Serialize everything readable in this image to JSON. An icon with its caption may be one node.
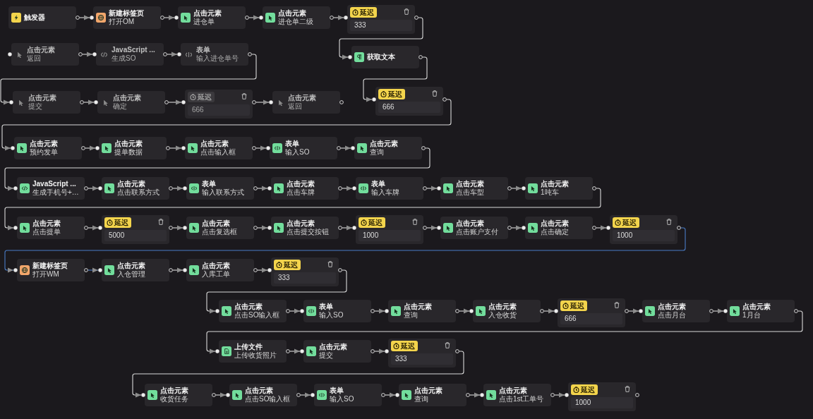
{
  "diagram": {
    "nodes": [
      {
        "text": [
          "触发器"
        ]
      },
      {
        "text": [
          "新建标签页",
          "打开OM"
        ]
      },
      {
        "text": [
          "点击元素",
          "进仓单"
        ]
      },
      {
        "text": [
          "点击元素",
          "进仓单二级"
        ]
      },
      {
        "text": [
          "延迟",
          "333"
        ]
      },
      {
        "text": [
          "获取文本"
        ]
      },
      {
        "text": [
          "延迟",
          "666"
        ]
      },
      {
        "text": [
          "点击元素",
          "返回"
        ]
      },
      {
        "text": [
          "JavaScript ...",
          "生成SO"
        ]
      },
      {
        "text": [
          "表单",
          "输入进仓单号"
        ]
      },
      {
        "text": [
          "点击元素",
          "提交"
        ]
      },
      {
        "text": [
          "点击元素",
          "确定"
        ]
      },
      {
        "text": [
          "延迟",
          "666"
        ]
      },
      {
        "text": [
          "点击元素",
          "返回"
        ]
      },
      {
        "text": [
          "点击元素",
          "预约发单"
        ]
      },
      {
        "text": [
          "点击元素",
          "提单数据"
        ]
      },
      {
        "text": [
          "点击元素",
          "点击输入框"
        ]
      },
      {
        "text": [
          "表单",
          "输入SO"
        ]
      },
      {
        "text": [
          "点击元素",
          "查询"
        ]
      },
      {
        "text": [
          "JavaScript ...",
          "生成手机号+…"
        ]
      },
      {
        "text": [
          "点击元素",
          "点击联系方式"
        ]
      },
      {
        "text": [
          "表单",
          "输入联系方式"
        ]
      },
      {
        "text": [
          "点击元素",
          "点击车牌"
        ]
      },
      {
        "text": [
          "表单",
          "输入车牌"
        ]
      },
      {
        "text": [
          "点击元素",
          "点击车型"
        ]
      },
      {
        "text": [
          "点击元素",
          "1吨车"
        ]
      },
      {
        "text": [
          "点击元素",
          "点击提单"
        ]
      },
      {
        "text": [
          "延迟",
          "5000"
        ]
      },
      {
        "text": [
          "点击元素",
          "点击复选框"
        ]
      },
      {
        "text": [
          "点击元素",
          "点击提交按钮"
        ]
      },
      {
        "text": [
          "延迟",
          "1000"
        ]
      },
      {
        "text": [
          "点击元素",
          "点击账户支付"
        ]
      },
      {
        "text": [
          "点击元素",
          "点击确定"
        ]
      },
      {
        "text": [
          "延迟",
          "1000"
        ]
      },
      {
        "text": [
          "新建标签页",
          "打开WM"
        ]
      },
      {
        "text": [
          "点击元素",
          "入仓管理"
        ]
      },
      {
        "text": [
          "点击元素",
          "入库工单"
        ]
      },
      {
        "text": [
          "延迟",
          "333"
        ]
      },
      {
        "text": [
          "点击元素",
          "点击SO输入框"
        ]
      },
      {
        "text": [
          "表单",
          "输入SO"
        ]
      },
      {
        "text": [
          "点击元素",
          "查询"
        ]
      },
      {
        "text": [
          "点击元素",
          "入仓收货"
        ]
      },
      {
        "text": [
          "延迟",
          "666"
        ]
      },
      {
        "text": [
          "点击元素",
          "点击月台"
        ]
      },
      {
        "text": [
          "点击元素",
          "1月台"
        ]
      },
      {
        "text": [
          "上传文件",
          "上传收货照片"
        ]
      },
      {
        "text": [
          "点击元素",
          "提交"
        ]
      },
      {
        "text": [
          "延迟",
          "333"
        ]
      },
      {
        "text": [
          "点击元素",
          "收货任务"
        ]
      },
      {
        "text": [
          "点击元素",
          "点击SO输入框"
        ]
      },
      {
        "text": [
          "表单",
          "输入SO"
        ]
      },
      {
        "text": [
          "点击元素",
          "查询"
        ]
      },
      {
        "text": [
          "点击元素",
          "点击1st工单号"
        ]
      },
      {
        "text": [
          "延迟",
          "1000"
        ]
      }
    ],
    "edges": [
      {
        "from": 0,
        "to": 1,
        "arrow": "to"
      },
      {
        "from": 1,
        "to": 2,
        "arrow": "to"
      },
      {
        "from": 2,
        "to": 3,
        "arrow": "to"
      },
      {
        "from": 3,
        "to": 4,
        "arrow": "to"
      },
      {
        "from": 4,
        "to": 5,
        "arrow": "to"
      },
      {
        "from": 5,
        "to": 6,
        "arrow": "to"
      },
      {
        "from": 6,
        "to": 14,
        "arrow": "to"
      },
      {
        "from": 7,
        "to": 8,
        "arrow": "to"
      },
      {
        "from": 8,
        "to": 9,
        "arrow": "to"
      },
      {
        "from": 9,
        "to": 10,
        "arrow": "to"
      },
      {
        "from": 10,
        "to": 11,
        "arrow": "to"
      },
      {
        "from": 11,
        "to": 12,
        "arrow": "to"
      },
      {
        "from": 12,
        "to": 13,
        "arrow": "to"
      },
      {
        "from": 14,
        "to": 15,
        "arrow": "to"
      },
      {
        "from": 15,
        "to": 16,
        "arrow": "to"
      },
      {
        "from": 16,
        "to": 17,
        "arrow": "to"
      },
      {
        "from": 17,
        "to": 18,
        "arrow": "to"
      },
      {
        "from": 18,
        "to": 19,
        "arrow": "to"
      },
      {
        "from": 19,
        "to": 20,
        "arrow": "to"
      },
      {
        "from": 20,
        "to": 21,
        "arrow": "to"
      },
      {
        "from": 21,
        "to": 22,
        "arrow": "to"
      },
      {
        "from": 22,
        "to": 23,
        "arrow": "to"
      },
      {
        "from": 23,
        "to": 24,
        "arrow": "to"
      },
      {
        "from": 24,
        "to": 25,
        "arrow": "to"
      },
      {
        "from": 25,
        "to": 26,
        "arrow": "to"
      },
      {
        "from": 26,
        "to": 27,
        "arrow": "to"
      },
      {
        "from": 27,
        "to": 28,
        "arrow": "to"
      },
      {
        "from": 28,
        "to": 29,
        "arrow": "to"
      },
      {
        "from": 29,
        "to": 30,
        "arrow": "to"
      },
      {
        "from": 30,
        "to": 31,
        "arrow": "to"
      },
      {
        "from": 31,
        "to": 32,
        "arrow": "to"
      },
      {
        "from": 32,
        "to": 33,
        "arrow": "to"
      },
      {
        "from": 33,
        "to": 34,
        "arrow": "to",
        "color": "#4a7cc7"
      },
      {
        "from": 34,
        "to": 35,
        "arrow": "to",
        "color": "#4a7cc7"
      },
      {
        "from": 35,
        "to": 36,
        "arrow": "to"
      },
      {
        "from": 36,
        "to": 37,
        "arrow": "to"
      },
      {
        "from": 37,
        "to": 38,
        "arrow": "to"
      },
      {
        "from": 38,
        "to": 39,
        "arrow": "to"
      },
      {
        "from": 39,
        "to": 40,
        "arrow": "to"
      },
      {
        "from": 40,
        "to": 41,
        "arrow": "to"
      },
      {
        "from": 41,
        "to": 42,
        "arrow": "to"
      },
      {
        "from": 42,
        "to": 43,
        "arrow": "to"
      },
      {
        "from": 43,
        "to": 44,
        "arrow": "to"
      },
      {
        "from": 44,
        "to": 45,
        "arrow": "to"
      },
      {
        "from": 45,
        "to": 46,
        "arrow": "to"
      },
      {
        "from": 46,
        "to": 47,
        "arrow": "to"
      },
      {
        "from": 47,
        "to": 48,
        "arrow": "to"
      },
      {
        "from": 48,
        "to": 49,
        "arrow": "to"
      },
      {
        "from": 49,
        "to": 50,
        "arrow": "to"
      },
      {
        "from": 50,
        "to": 51,
        "arrow": "to"
      },
      {
        "from": 51,
        "to": 52,
        "arrow": "to"
      },
      {
        "from": 52,
        "to": 53,
        "arrow": "to"
      }
    ]
  }
}
